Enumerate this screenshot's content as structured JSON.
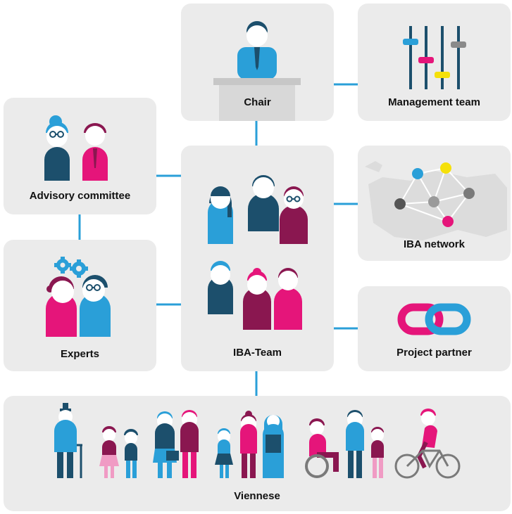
{
  "nodes": {
    "chair": {
      "label": "Chair"
    },
    "management_team": {
      "label": "Management team"
    },
    "advisory_committee": {
      "label": "Advisory committee"
    },
    "iba_team": {
      "label": "IBA-Team"
    },
    "iba_network": {
      "label": "IBA network"
    },
    "experts": {
      "label": "Experts"
    },
    "project_partner": {
      "label": "Project partner"
    },
    "viennese": {
      "label": "Viennese"
    }
  },
  "colors": {
    "box_bg": "#ebebeb",
    "connector": "#2a9fd8",
    "dark_blue": "#1c4f6c",
    "light_blue": "#2a9fd8",
    "magenta": "#e5157a",
    "maroon": "#8a1750",
    "yellow": "#f5e00a",
    "grey": "#7a7a7a"
  }
}
